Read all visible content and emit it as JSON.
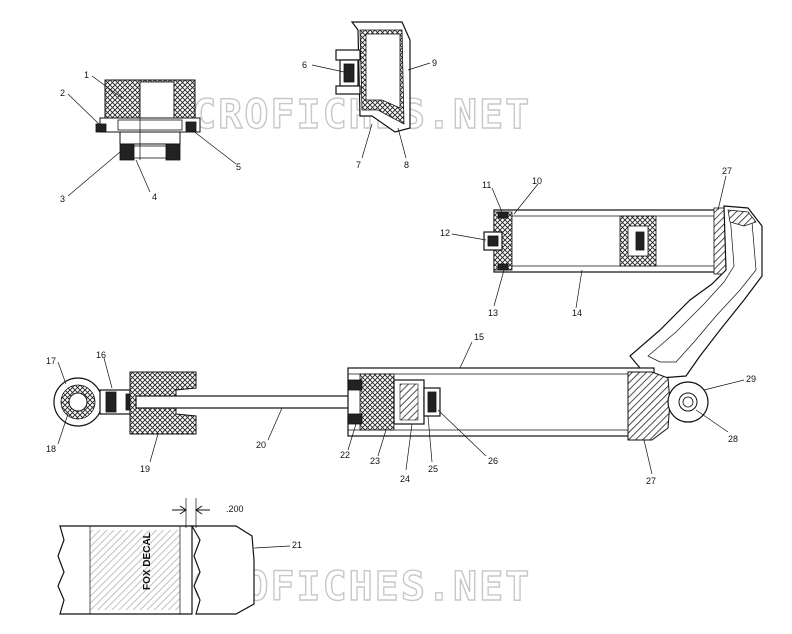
{
  "watermark": "MICROFICHES.NET",
  "callouts": {
    "c1": "1",
    "c2": "2",
    "c3": "3",
    "c4": "4",
    "c5": "5",
    "c6": "6",
    "c7": "7",
    "c8": "8",
    "c9": "9",
    "c10": "10",
    "c11": "11",
    "c12": "12",
    "c13": "13",
    "c14": "14",
    "c15": "15",
    "c16": "16",
    "c17": "17",
    "c18": "18",
    "c19": "19",
    "c20": "20",
    "c21": "21",
    "c22": "22",
    "c23": "23",
    "c24": "24",
    "c25": "25",
    "c26": "26",
    "c27a": "27",
    "c27b": "27",
    "c28": "28",
    "c29": "29"
  },
  "dimension": ".200",
  "decal_text": "FOX DECAL"
}
